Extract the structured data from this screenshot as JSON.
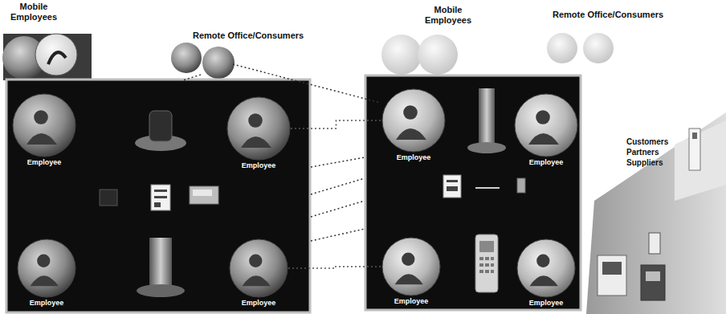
{
  "diagram": {
    "nodes": [
      {
        "text": [
          "Employee"
        ]
      },
      {
        "text": [
          "Employee"
        ]
      },
      {
        "text": [
          "Employee"
        ]
      },
      {
        "text": [
          "Employee"
        ]
      },
      {
        "text": [
          "Employee"
        ]
      },
      {
        "text": [
          "Employee"
        ]
      },
      {
        "text": [
          "Employee"
        ]
      },
      {
        "text": [
          "Employee"
        ]
      }
    ],
    "edges": [
      {
        "from": 1,
        "to": 4,
        "arrow": "none"
      },
      {
        "from": 3,
        "to": 6,
        "arrow": "none"
      }
    ],
    "labels": [
      "Mobile Employees",
      "Remote Office/Consumers",
      "Mobile Employees",
      "Remote Office/Consumers",
      "Customers Partners Suppliers"
    ]
  }
}
